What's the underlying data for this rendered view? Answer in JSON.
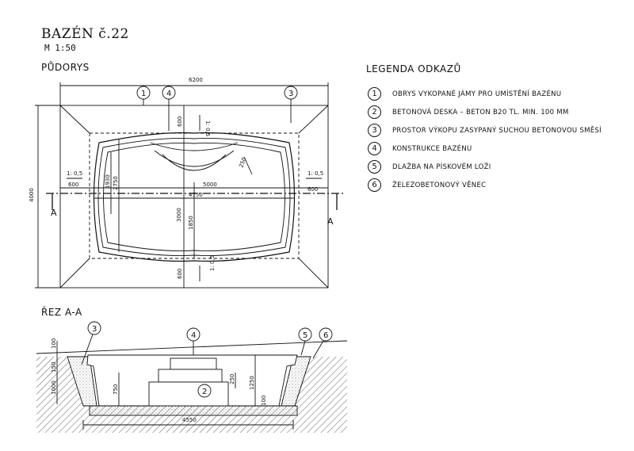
{
  "header": {
    "title": "BAZÉN č.22",
    "scale": "M   1:50"
  },
  "plan": {
    "title": "PŮDORYS",
    "dims": {
      "total_width": "6200",
      "total_height": "4000",
      "top_offset": "600",
      "bottom_offset": "600",
      "left_offset": "600",
      "right_offset": "600",
      "slope_top": "1: 0,5",
      "slope_bottom": "1: 0,5",
      "slope_left": "1: 0,5",
      "slope_right": "1: 0,5",
      "inner_width": "5000",
      "pool_width": "4750",
      "outer_height": "3000",
      "left_h1": "1930",
      "left_h2": "2750",
      "center_h": "1850",
      "step": "250"
    },
    "section_mark": "A"
  },
  "section": {
    "title": "ŘEZ A-A",
    "dims": {
      "top": "100",
      "h150": "150",
      "h1000": "1000",
      "h750": "750",
      "h250": "250",
      "h1250": "1250",
      "h100": "100",
      "width": "4550"
    }
  },
  "legend": {
    "title": "LEGENDA ODKAZŮ",
    "items": [
      {
        "num": "1",
        "text": "OBRYS VYKOPANÉ JÁMY PRO UMÍSTĚNÍ BAZÉNU"
      },
      {
        "num": "2",
        "text": "BETONOVÁ DESKA – BETON B20 TL. MIN. 100 MM"
      },
      {
        "num": "3",
        "text": "PROSTOR VÝKOPU ZASYPANÝ SUCHOU BETONOVOU SMĚSÍ"
      },
      {
        "num": "4",
        "text": "KONSTRUKCE BAZÉNU"
      },
      {
        "num": "5",
        "text": "DLAŽBA NA PÍSKOVÉM LOŽI"
      },
      {
        "num": "6",
        "text": "ŽELEZOBETONOVÝ VĚNEC"
      }
    ]
  },
  "callouts": [
    "1",
    "4",
    "3",
    "3",
    "4",
    "5",
    "6",
    "2"
  ]
}
